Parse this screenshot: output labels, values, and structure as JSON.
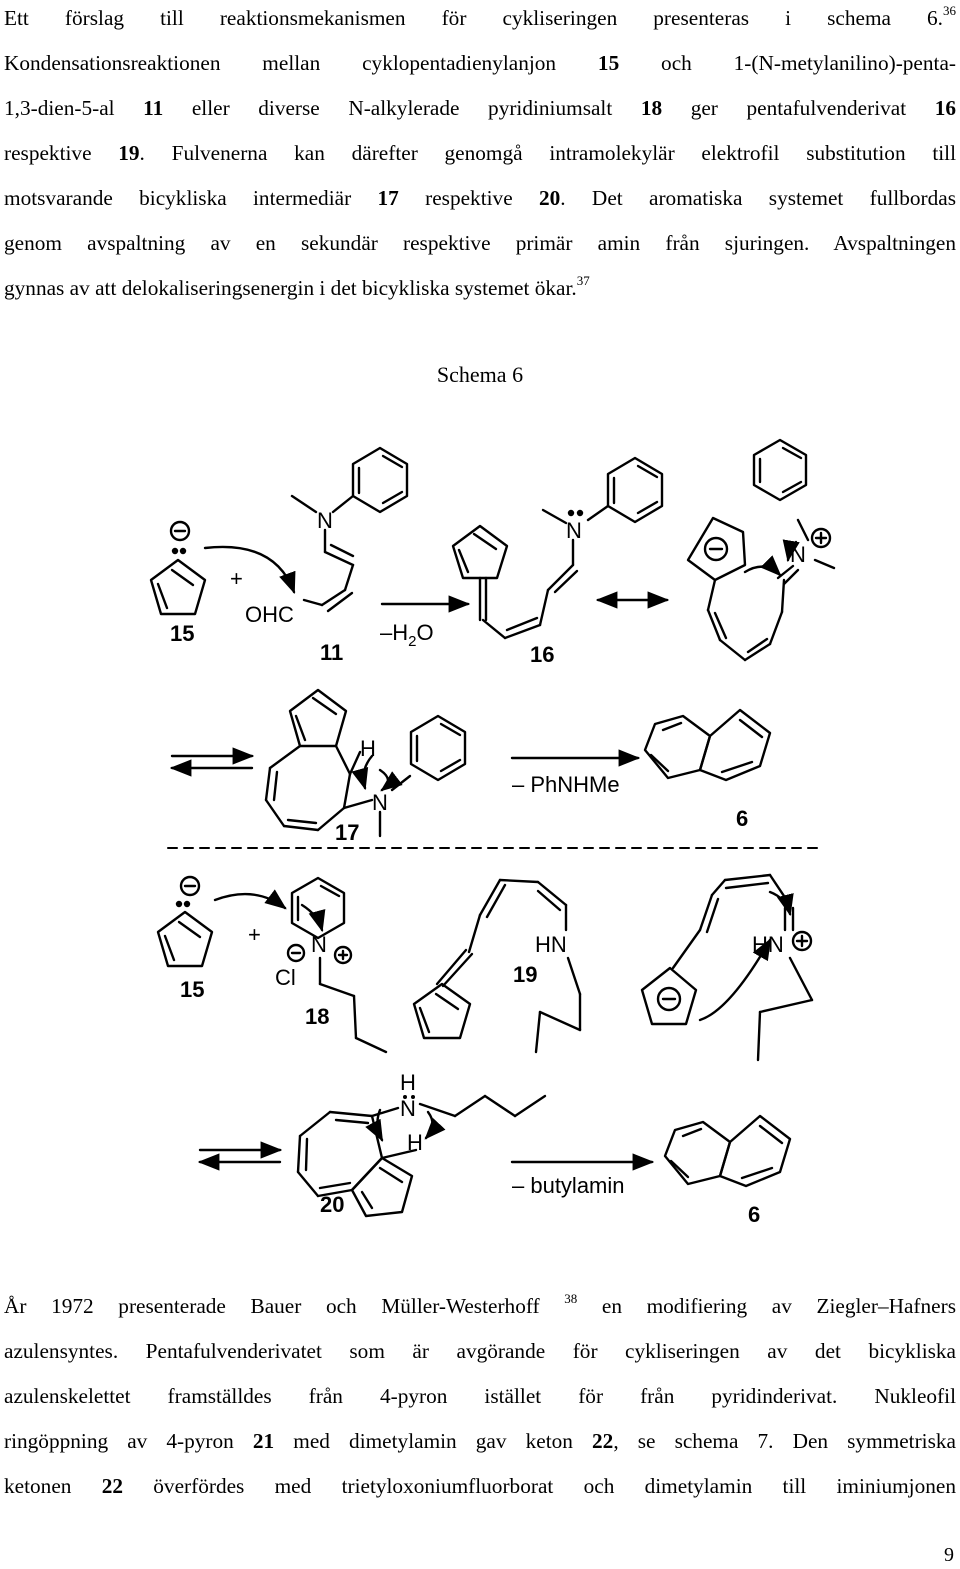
{
  "paragraph1": {
    "l1": {
      "a": "Ett förslag till reaktionsmekanismen för cykliseringen presenteras i schema 6.",
      "ref": "36"
    },
    "l2": {
      "a": "Kondensationsreaktionen mellan cyklopentadienylanjon ",
      "b1": "15",
      "c": " och 1-(N-metylanilino)-penta-"
    },
    "l3": {
      "a": "1,3-dien-5-al ",
      "b1": "11",
      "c": " eller diverse N-alkylerade pyridiniumsalt ",
      "b2": "18",
      "d": " ger pentafulvenderivat ",
      "b3": "16"
    },
    "l4": {
      "a": "respektive ",
      "b1": "19",
      "c": ". Fulvenerna kan därefter genomgå intramolekylär elektrofil substitution till"
    },
    "l5": {
      "a": "motsvarande bicykliska intermediär ",
      "b1": "17",
      "c": " respektive ",
      "b2": "20",
      "d": ". Det aromatiska systemet fullbordas"
    },
    "l6": {
      "a": "genom avspaltning av en sekundär respektive primär amin från sjuringen. Avspaltningen"
    },
    "l7": {
      "a": "gynnas av att delokaliseringsenergin i det bicykliska systemet ökar.",
      "ref": "37"
    }
  },
  "schema_title": "Schema 6",
  "scheme": {
    "labels": {
      "c15a": "15",
      "c11": "11",
      "c16": "16",
      "c17": "17",
      "c6a": "6",
      "c15b": "15",
      "c18": "18",
      "c19": "19",
      "c20": "20",
      "c6b": "6"
    },
    "atoms": {
      "n1": "N",
      "n2": "N",
      "n3": "N",
      "n4": "N",
      "n5": "N",
      "ohc": "OHC",
      "h17": "H",
      "cl": "Cl",
      "hn1": "HN",
      "hn2": "HN",
      "h20a": "H",
      "n20": "N",
      "h20b": "H",
      "plus1": "+",
      "plus2": "+"
    },
    "reagents": {
      "water_minus": "–",
      "water": "H",
      "water_sub": "2",
      "water_o": "O",
      "phnhme": "– PhNHMe",
      "butylamin": "– butylamin"
    }
  },
  "paragraph2": {
    "l1": {
      "a": "År 1972 presenterade Bauer och Müller-Westerhoff ",
      "ref": "38",
      "c": " en modifiering av Ziegler–Hafners"
    },
    "l2": {
      "a": "azulensyntes. Pentafulvenderivatet som är avgörande för cykliseringen av det bicykliska"
    },
    "l3": {
      "a": "azulenskelettet framställdes från 4-pyron istället för från pyridinderivat. Nukleofil"
    },
    "l4": {
      "a": "ringöppning av 4-pyron ",
      "b1": "21",
      "c": " med dimetylamin gav keton ",
      "b2": "22",
      "d": ", se schema 7. Den symmetriska"
    },
    "l5": {
      "a": "ketonen ",
      "b1": "22",
      "c": " överfördes med trietyloxoniumfluorborat och dimetylamin till iminiumjonen"
    }
  },
  "page_number": "9"
}
